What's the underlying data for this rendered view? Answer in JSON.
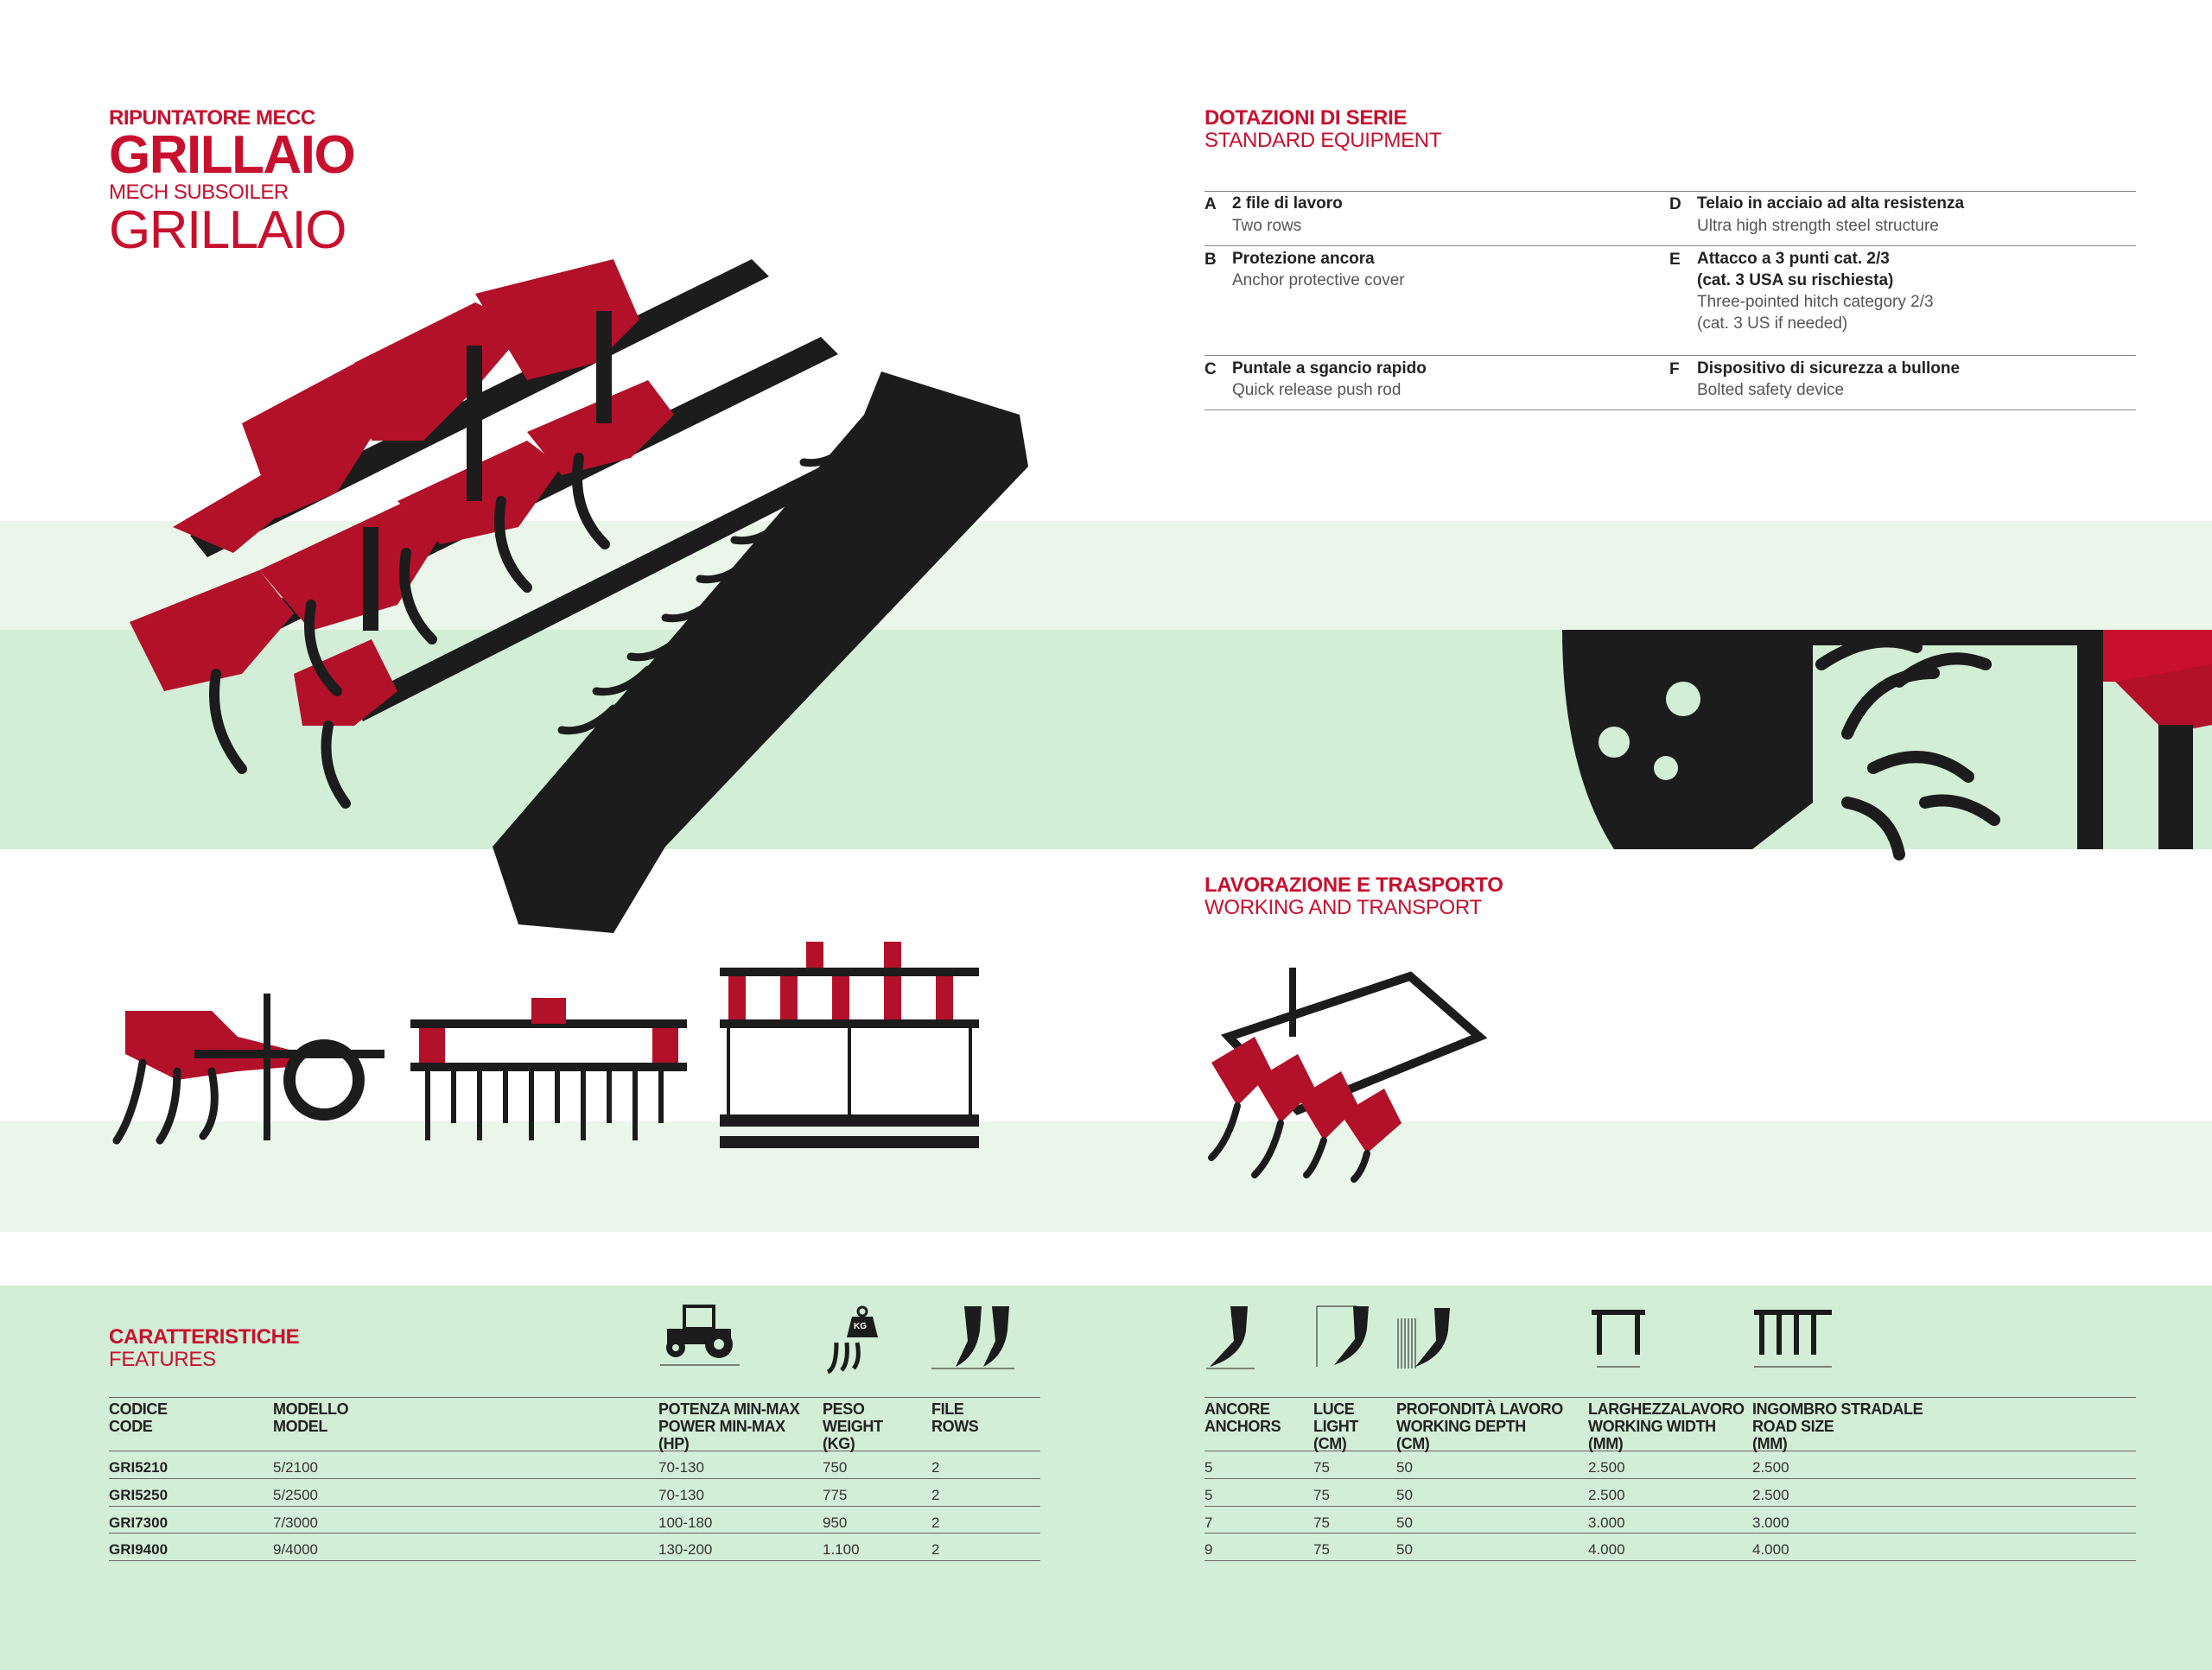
{
  "title": {
    "line1": "RIPUNTATORE MECC",
    "line2": "GRILLAIO",
    "line3": "MECH SUBSOILER",
    "line4": "GRILLAIO"
  },
  "equipment": {
    "heading_it": "DOTAZIONI DI SERIE",
    "heading_en": "STANDARD EQUIPMENT",
    "items": [
      {
        "letter": "A",
        "it": "2 file di lavoro",
        "en": "Two rows"
      },
      {
        "letter": "B",
        "it": "Protezione ancora",
        "en": "Anchor protective cover"
      },
      {
        "letter": "C",
        "it": "Puntale a sgancio rapido",
        "en": "Quick release push rod"
      },
      {
        "letter": "D",
        "it": "Telaio in acciaio ad alta resistenza",
        "en": "Ultra high strength steel structure"
      },
      {
        "letter": "E",
        "it": "Attacco a 3 punti cat. 2/3",
        "it2": "(cat. 3 USA su rischiesta)",
        "en": "Three-pointed hitch category 2/3",
        "en2": "(cat. 3 US if needed)"
      },
      {
        "letter": "F",
        "it": "Dispositivo di sicurezza a bullone",
        "en": "Bolted safety device"
      }
    ]
  },
  "working": {
    "heading_it": "LAVORAZIONE E TRASPORTO",
    "heading_en": "WORKING AND TRANSPORT"
  },
  "features": {
    "heading_it": "CARATTERISTICHE",
    "heading_en": "FEATURES",
    "icon_weight_label": "KG",
    "left_headers": [
      [
        "CODICE",
        "CODE",
        ""
      ],
      [
        "MODELLO",
        "MODEL",
        ""
      ],
      [
        "POTENZA MIN-MAX",
        "POWER MIN-MAX",
        "(HP)"
      ],
      [
        "PESO",
        "WEIGHT",
        "(KG)"
      ],
      [
        "FILE",
        "ROWS",
        ""
      ]
    ],
    "right_headers": [
      [
        "ANCORE",
        "ANCHORS",
        ""
      ],
      [
        "LUCE",
        "LIGHT",
        "(CM)"
      ],
      [
        "PROFONDITÀ LAVORO",
        "WORKING DEPTH",
        "(CM)"
      ],
      [
        "LARGHEZZALAVORO",
        "WORKING WIDTH",
        "(MM)"
      ],
      [
        "INGOMBRO STRADALE",
        "ROAD SIZE",
        "(MM)"
      ]
    ],
    "rows": [
      {
        "code": "GRI5210",
        "model": "5/2100",
        "power": "70-130",
        "weight": "750",
        "rows": "2",
        "anchors": "5",
        "light": "75",
        "depth": "50",
        "width": "2.500",
        "road": "2.500"
      },
      {
        "code": "GRI5250",
        "model": "5/2500",
        "power": "70-130",
        "weight": "775",
        "rows": "2",
        "anchors": "5",
        "light": "75",
        "depth": "50",
        "width": "2.500",
        "road": "2.500"
      },
      {
        "code": "GRI7300",
        "model": "7/3000",
        "power": "100-180",
        "weight": "950",
        "rows": "2",
        "anchors": "7",
        "light": "75",
        "depth": "50",
        "width": "3.000",
        "road": "3.000"
      },
      {
        "code": "GRI9400",
        "model": "9/4000",
        "power": "130-200",
        "weight": "1.100",
        "rows": "2",
        "anchors": "9",
        "light": "75",
        "depth": "50",
        "width": "4.000",
        "road": "4.000"
      }
    ]
  },
  "colors": {
    "brand_red": "#c8102e",
    "band_light": "#e9f6e9",
    "band_mid": "#d3eed6",
    "frame_black": "#1c1c1c"
  }
}
